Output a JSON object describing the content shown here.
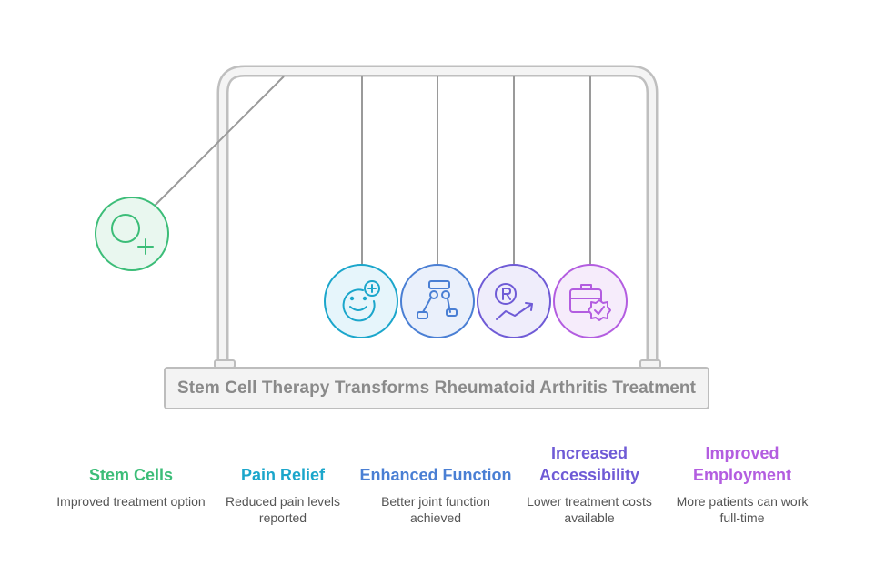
{
  "title": "Stem Cell Therapy Transforms Rheumatoid Arthritis Treatment",
  "items": [
    {
      "title": "Stem Cells",
      "description": "Improved treatment option",
      "color": "#3cbd78",
      "icon": "stem-cell-icon"
    },
    {
      "title": "Pain Relief",
      "description": "Reduced pain levels reported",
      "color": "#1ba6cb",
      "icon": "smiley-plus-icon"
    },
    {
      "title": "Enhanced Function",
      "description": "Better joint function achieved",
      "color": "#4a7fd4",
      "icon": "robotic-arm-icon"
    },
    {
      "title": "Increased Accessibility",
      "description": "Lower treatment costs available",
      "color": "#6f5bd6",
      "icon": "cost-trend-icon"
    },
    {
      "title": "Improved Employment",
      "description": "More patients can work full-time",
      "color": "#b35de0",
      "icon": "briefcase-badge-icon"
    }
  ]
}
